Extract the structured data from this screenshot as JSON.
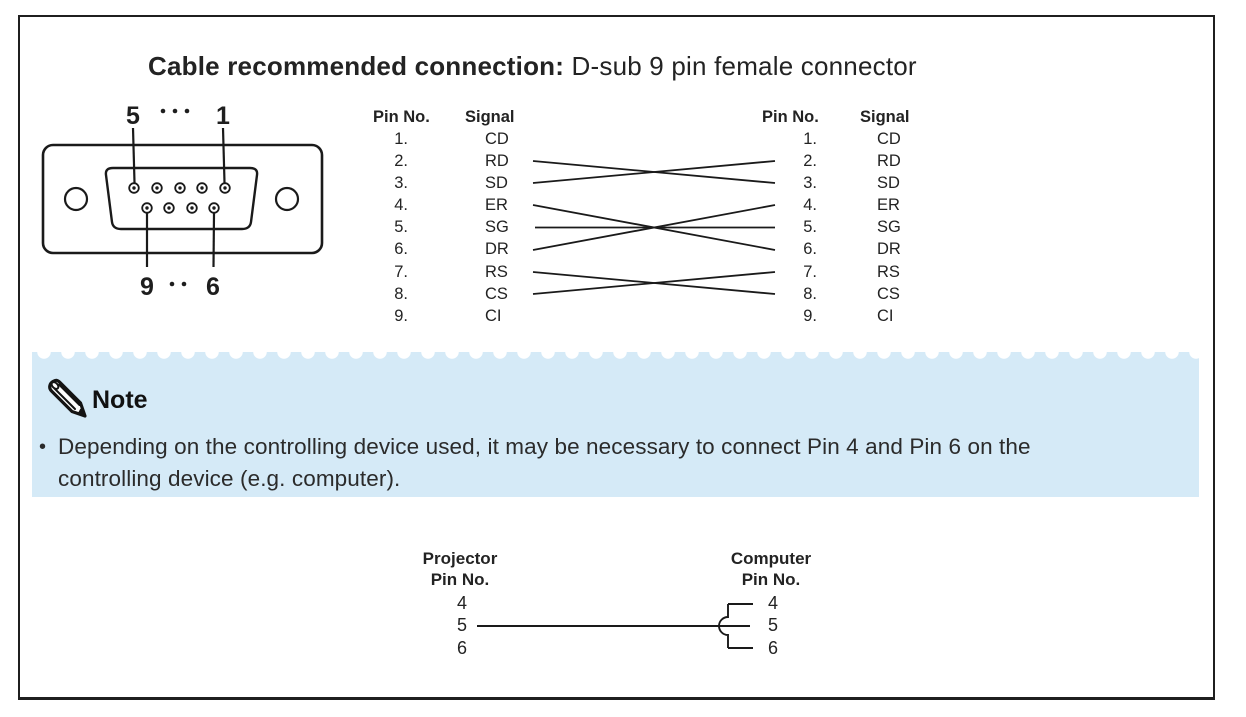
{
  "title": {
    "bold": "Cable recommended connection:",
    "regular": " D-sub 9 pin female connector"
  },
  "connector_diagram": {
    "top_left_pin_label": "5",
    "top_right_pin_label": "1",
    "bottom_left_pin_label": "9",
    "bottom_right_pin_label": "6"
  },
  "pin_table": {
    "pin_header": "Pin No.",
    "signal_header": "Signal",
    "rows": [
      {
        "pin": "1.",
        "signal": "CD"
      },
      {
        "pin": "2.",
        "signal": "RD"
      },
      {
        "pin": "3.",
        "signal": "SD"
      },
      {
        "pin": "4.",
        "signal": "ER"
      },
      {
        "pin": "5.",
        "signal": "SG"
      },
      {
        "pin": "6.",
        "signal": "DR"
      },
      {
        "pin": "7.",
        "signal": "RS"
      },
      {
        "pin": "8.",
        "signal": "CS"
      },
      {
        "pin": "9.",
        "signal": "CI"
      }
    ]
  },
  "note": {
    "heading": "Note",
    "bullet": "•",
    "text_line1": "Depending on the controlling device used, it may be necessary to connect Pin 4 and Pin 6 on the",
    "text_line2": "controlling device (e.g. computer).",
    "background_color": "#d5eaf7",
    "icon": "pencil-icon"
  },
  "bottom_diagram": {
    "projector_header": "Projector\nPin No.",
    "computer_header": "Computer\nPin No.",
    "projector_pins": [
      "4",
      "5",
      "6"
    ],
    "computer_pins": [
      "4",
      "5",
      "6"
    ]
  }
}
